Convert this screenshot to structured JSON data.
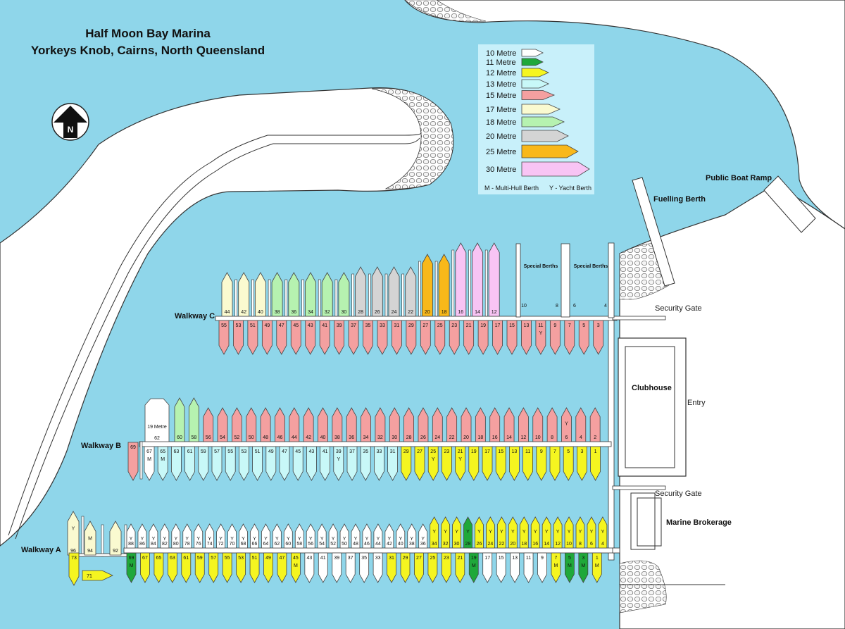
{
  "title": {
    "line1": "Half Moon Bay Marina",
    "line2": "Yorkeys Knob, Cairns, North Queensland"
  },
  "compass_letter": "N",
  "colors": {
    "water": "#8fd6ea",
    "land": "#ffffff",
    "outline": "#333333",
    "10": "#ffffff",
    "11": "#1fa83a",
    "12": "#f5f520",
    "13": "#c8f8f8",
    "15": "#f4a0a0",
    "17": "#fafad0",
    "18": "#b6f2b0",
    "20": "#d4d4d4",
    "25": "#f8b81a",
    "30": "#f8c4f4",
    "19": "#ffffff"
  },
  "legend": {
    "items": [
      {
        "label": "10 Metre",
        "size": "10"
      },
      {
        "label": "11 Metre",
        "size": "11"
      },
      {
        "label": "12 Metre",
        "size": "12"
      },
      {
        "label": "13 Metre",
        "size": "13"
      },
      {
        "label": "15 Metre",
        "size": "15"
      },
      {
        "label": "17 Metre",
        "size": "17"
      },
      {
        "label": "18 Metre",
        "size": "18"
      },
      {
        "label": "20 Metre",
        "size": "20"
      },
      {
        "label": "25 Metre",
        "size": "25"
      },
      {
        "label": "30 Metre",
        "size": "30"
      }
    ],
    "note_m": "M - Multi-Hull Berth",
    "note_y": "Y - Yacht Berth"
  },
  "labels": {
    "walkway_a": "Walkway A",
    "walkway_b": "Walkway B",
    "walkway_c": "Walkway C",
    "public_boat_ramp": "Public Boat Ramp",
    "fuelling_berth": "Fuelling Berth",
    "security_gate_1": "Security Gate",
    "security_gate_2": "Security Gate",
    "clubhouse": "Clubhouse",
    "entry": "Entry",
    "marine_brokerage": "Marine Brokerage",
    "special_berths_1": "Special Berths",
    "special_berths_2": "Special Berths",
    "b62_size": "19 Metre"
  },
  "berths": {
    "c_north": [
      {
        "n": "44",
        "s": "17"
      },
      {
        "n": "42",
        "s": "17"
      },
      {
        "n": "40",
        "s": "17"
      },
      {
        "n": "38",
        "s": "18"
      },
      {
        "n": "36",
        "s": "18"
      },
      {
        "n": "34",
        "s": "18"
      },
      {
        "n": "32",
        "s": "18"
      },
      {
        "n": "30",
        "s": "18"
      },
      {
        "n": "28",
        "s": "20"
      },
      {
        "n": "26",
        "s": "20"
      },
      {
        "n": "24",
        "s": "20"
      },
      {
        "n": "22",
        "s": "20"
      },
      {
        "n": "20",
        "s": "25"
      },
      {
        "n": "18",
        "s": "25"
      },
      {
        "n": "16",
        "s": "30"
      },
      {
        "n": "14",
        "s": "30"
      },
      {
        "n": "12",
        "s": "30"
      }
    ],
    "c_special": [
      "10",
      "8",
      "6",
      "4"
    ],
    "c_south": [
      {
        "n": "55"
      },
      {
        "n": "53"
      },
      {
        "n": "51"
      },
      {
        "n": "49"
      },
      {
        "n": "47"
      },
      {
        "n": "45"
      },
      {
        "n": "43"
      },
      {
        "n": "41"
      },
      {
        "n": "39"
      },
      {
        "n": "37"
      },
      {
        "n": "35"
      },
      {
        "n": "33"
      },
      {
        "n": "31"
      },
      {
        "n": "29"
      },
      {
        "n": "27"
      },
      {
        "n": "25"
      },
      {
        "n": "23"
      },
      {
        "n": "21"
      },
      {
        "n": "19"
      },
      {
        "n": "17"
      },
      {
        "n": "15"
      },
      {
        "n": "13"
      },
      {
        "n": "11",
        "t": "Y"
      },
      {
        "n": "9"
      },
      {
        "n": "7"
      },
      {
        "n": "5"
      },
      {
        "n": "3"
      }
    ],
    "b_north_special": {
      "n": "62"
    },
    "b_north": [
      {
        "n": "60",
        "s": "18"
      },
      {
        "n": "58",
        "s": "18"
      },
      {
        "n": "56",
        "s": "15"
      },
      {
        "n": "54",
        "s": "15"
      },
      {
        "n": "52",
        "s": "15"
      },
      {
        "n": "50",
        "s": "15"
      },
      {
        "n": "48",
        "s": "15"
      },
      {
        "n": "46",
        "s": "15"
      },
      {
        "n": "44",
        "s": "15"
      },
      {
        "n": "42",
        "s": "15"
      },
      {
        "n": "40",
        "s": "15"
      },
      {
        "n": "38",
        "s": "15"
      },
      {
        "n": "36",
        "s": "15"
      },
      {
        "n": "34",
        "s": "15"
      },
      {
        "n": "32",
        "s": "15"
      },
      {
        "n": "30",
        "s": "15"
      },
      {
        "n": "28",
        "s": "15"
      },
      {
        "n": "26",
        "s": "15"
      },
      {
        "n": "24",
        "s": "15"
      },
      {
        "n": "22",
        "s": "15"
      },
      {
        "n": "20",
        "s": "15"
      },
      {
        "n": "18",
        "s": "15"
      },
      {
        "n": "16",
        "s": "15"
      },
      {
        "n": "14",
        "s": "15"
      },
      {
        "n": "12",
        "s": "15"
      },
      {
        "n": "10",
        "s": "15"
      },
      {
        "n": "8",
        "s": "15"
      },
      {
        "n": "6",
        "s": "15",
        "t": "Y"
      },
      {
        "n": "4",
        "s": "15"
      },
      {
        "n": "2",
        "s": "15"
      }
    ],
    "b_south_69": {
      "n": "69"
    },
    "b_south": [
      {
        "n": "67",
        "s": "10",
        "t": "M"
      },
      {
        "n": "65",
        "s": "13",
        "t": "M"
      },
      {
        "n": "63",
        "s": "13"
      },
      {
        "n": "61",
        "s": "13"
      },
      {
        "n": "59",
        "s": "13"
      },
      {
        "n": "57",
        "s": "13"
      },
      {
        "n": "55",
        "s": "13"
      },
      {
        "n": "53",
        "s": "13"
      },
      {
        "n": "51",
        "s": "13"
      },
      {
        "n": "49",
        "s": "13"
      },
      {
        "n": "47",
        "s": "13"
      },
      {
        "n": "45",
        "s": "13"
      },
      {
        "n": "43",
        "s": "13"
      },
      {
        "n": "41",
        "s": "13"
      },
      {
        "n": "39",
        "s": "13",
        "t": "Y"
      },
      {
        "n": "37",
        "s": "13"
      },
      {
        "n": "35",
        "s": "13"
      },
      {
        "n": "33",
        "s": "13"
      },
      {
        "n": "31",
        "s": "13"
      },
      {
        "n": "29",
        "s": "12"
      },
      {
        "n": "27",
        "s": "12"
      },
      {
        "n": "25",
        "s": "12",
        "t": "Y"
      },
      {
        "n": "23",
        "s": "12"
      },
      {
        "n": "21",
        "s": "12",
        "t": "Y"
      },
      {
        "n": "19",
        "s": "12"
      },
      {
        "n": "17",
        "s": "12"
      },
      {
        "n": "15",
        "s": "12"
      },
      {
        "n": "13",
        "s": "12"
      },
      {
        "n": "11",
        "s": "12"
      },
      {
        "n": "9",
        "s": "12"
      },
      {
        "n": "7",
        "s": "12"
      },
      {
        "n": "5",
        "s": "12"
      },
      {
        "n": "3",
        "s": "12"
      },
      {
        "n": "1",
        "s": "12"
      }
    ],
    "a_north_special": [
      {
        "n": "96",
        "s": "17",
        "t": "Y"
      },
      {
        "n": "94",
        "s": "17",
        "t": "M"
      },
      {
        "n": "92",
        "s": "17"
      }
    ],
    "a_north": [
      {
        "n": "88",
        "s": "10",
        "t": "Y"
      },
      {
        "n": "86",
        "s": "10",
        "t": "Y"
      },
      {
        "n": "84",
        "s": "10",
        "t": "Y"
      },
      {
        "n": "82",
        "s": "10",
        "t": "Y"
      },
      {
        "n": "80",
        "s": "10",
        "t": "Y"
      },
      {
        "n": "78",
        "s": "10",
        "t": "Y"
      },
      {
        "n": "76",
        "s": "10",
        "t": "Y"
      },
      {
        "n": "74",
        "s": "10",
        "t": "Y"
      },
      {
        "n": "72",
        "s": "10",
        "t": "Y"
      },
      {
        "n": "70",
        "s": "10",
        "t": "Y"
      },
      {
        "n": "68",
        "s": "10",
        "t": "Y"
      },
      {
        "n": "66",
        "s": "10",
        "t": "Y"
      },
      {
        "n": "64",
        "s": "10",
        "t": "Y"
      },
      {
        "n": "62",
        "s": "10",
        "t": "Y"
      },
      {
        "n": "60",
        "s": "10",
        "t": "Y"
      },
      {
        "n": "58",
        "s": "10",
        "t": "Y"
      },
      {
        "n": "56",
        "s": "10",
        "t": "Y"
      },
      {
        "n": "54",
        "s": "10",
        "t": "Y"
      },
      {
        "n": "52",
        "s": "10",
        "t": "Y"
      },
      {
        "n": "50",
        "s": "10",
        "t": "Y"
      },
      {
        "n": "48",
        "s": "10",
        "t": "Y"
      },
      {
        "n": "46",
        "s": "10",
        "t": "Y"
      },
      {
        "n": "44",
        "s": "10",
        "t": "Y"
      },
      {
        "n": "42",
        "s": "10",
        "t": "Y"
      },
      {
        "n": "40",
        "s": "10",
        "t": "Y"
      },
      {
        "n": "38",
        "s": "10",
        "t": "Y"
      },
      {
        "n": "36",
        "s": "10",
        "t": "Y"
      },
      {
        "n": "34",
        "s": "12",
        "t": "Y"
      },
      {
        "n": "32",
        "s": "12",
        "t": "Y"
      },
      {
        "n": "30",
        "s": "12",
        "t": "Y"
      },
      {
        "n": "28",
        "s": "11",
        "t": "Y"
      },
      {
        "n": "26",
        "s": "12",
        "t": "Y"
      },
      {
        "n": "24",
        "s": "12",
        "t": "Y"
      },
      {
        "n": "22",
        "s": "12",
        "t": "Y"
      },
      {
        "n": "20",
        "s": "12",
        "t": "Y"
      },
      {
        "n": "18",
        "s": "12",
        "t": "Y"
      },
      {
        "n": "16",
        "s": "12",
        "t": "Y"
      },
      {
        "n": "14",
        "s": "12",
        "t": "Y"
      },
      {
        "n": "12",
        "s": "12",
        "t": "Y"
      },
      {
        "n": "10",
        "s": "12",
        "t": "Y"
      },
      {
        "n": "8",
        "s": "12",
        "t": "Y"
      },
      {
        "n": "6",
        "s": "12",
        "t": "Y"
      },
      {
        "n": "4",
        "s": "12",
        "t": "Y"
      }
    ],
    "a_south_73": {
      "n": "73",
      "s": "12"
    },
    "a_71": {
      "n": "71",
      "s": "12"
    },
    "a_south": [
      {
        "n": "69",
        "s": "11",
        "t": "M"
      },
      {
        "n": "67",
        "s": "12"
      },
      {
        "n": "65",
        "s": "12"
      },
      {
        "n": "63",
        "s": "12"
      },
      {
        "n": "61",
        "s": "12"
      },
      {
        "n": "59",
        "s": "12"
      },
      {
        "n": "57",
        "s": "12"
      },
      {
        "n": "55",
        "s": "12"
      },
      {
        "n": "53",
        "s": "12"
      },
      {
        "n": "51",
        "s": "12"
      },
      {
        "n": "49",
        "s": "12"
      },
      {
        "n": "47",
        "s": "12"
      },
      {
        "n": "45",
        "s": "12",
        "t": "M"
      },
      {
        "n": "43",
        "s": "10"
      },
      {
        "n": "41",
        "s": "10"
      },
      {
        "n": "39",
        "s": "10"
      },
      {
        "n": "37",
        "s": "10"
      },
      {
        "n": "35",
        "s": "10"
      },
      {
        "n": "33",
        "s": "10"
      },
      {
        "n": "31",
        "s": "12"
      },
      {
        "n": "29",
        "s": "12"
      },
      {
        "n": "27",
        "s": "12"
      },
      {
        "n": "25",
        "s": "12"
      },
      {
        "n": "23",
        "s": "12"
      },
      {
        "n": "21",
        "s": "12"
      },
      {
        "n": "19",
        "s": "11",
        "t": "M"
      },
      {
        "n": "17",
        "s": "10"
      },
      {
        "n": "15",
        "s": "10"
      },
      {
        "n": "13",
        "s": "10"
      },
      {
        "n": "11",
        "s": "10"
      },
      {
        "n": "9",
        "s": "10"
      },
      {
        "n": "7",
        "s": "12",
        "t": "M"
      },
      {
        "n": "5",
        "s": "11",
        "t": "M"
      },
      {
        "n": "3",
        "s": "11",
        "t": "M"
      },
      {
        "n": "1",
        "s": "12",
        "t": "M"
      }
    ]
  }
}
